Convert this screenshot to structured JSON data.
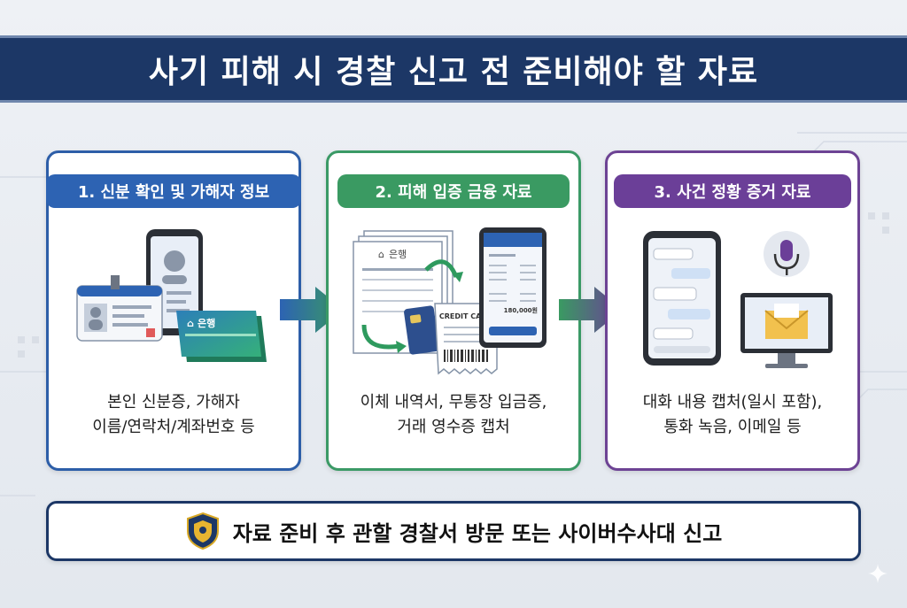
{
  "title": "사기 피해 시 경찰 신고 전 준비해야 할 자료",
  "cards": [
    {
      "heading": "1. 신분 확인 및 가해자 정보",
      "bank_label": "은행",
      "desc_lines": [
        "본인 신분증, 가해자",
        "이름/연락처/계좌번호 등"
      ]
    },
    {
      "heading": "2. 피해 입증 금융 자료",
      "bank_label": "은행",
      "card_label": "CREDIT CARD",
      "amount": "180,000원",
      "desc_lines": [
        "이체 내역서, 무통장 입금증,",
        "거래 영수증 캡처"
      ]
    },
    {
      "heading": "3. 사건 정황 증거 자료",
      "desc_lines": [
        "대화 내용 캡처(일시 포함),",
        "통화 녹음, 이메일 등"
      ]
    }
  ],
  "footer": {
    "text": "자료 준비 후 관할 경찰서 방문 또는 사이버수사대 신고"
  },
  "icons": [
    "id-card-icon",
    "phone-icon",
    "bankbook-icon",
    "document-icon",
    "credit-card-icon",
    "receipt-icon",
    "chat-phone-icon",
    "microphone-icon",
    "monitor-email-icon",
    "police-badge-icon",
    "right-arrow-icon"
  ],
  "colors": {
    "navy": "#1c3766",
    "blue": "#2d63b3",
    "green": "#3a9a62",
    "purple": "#6b3f98"
  }
}
